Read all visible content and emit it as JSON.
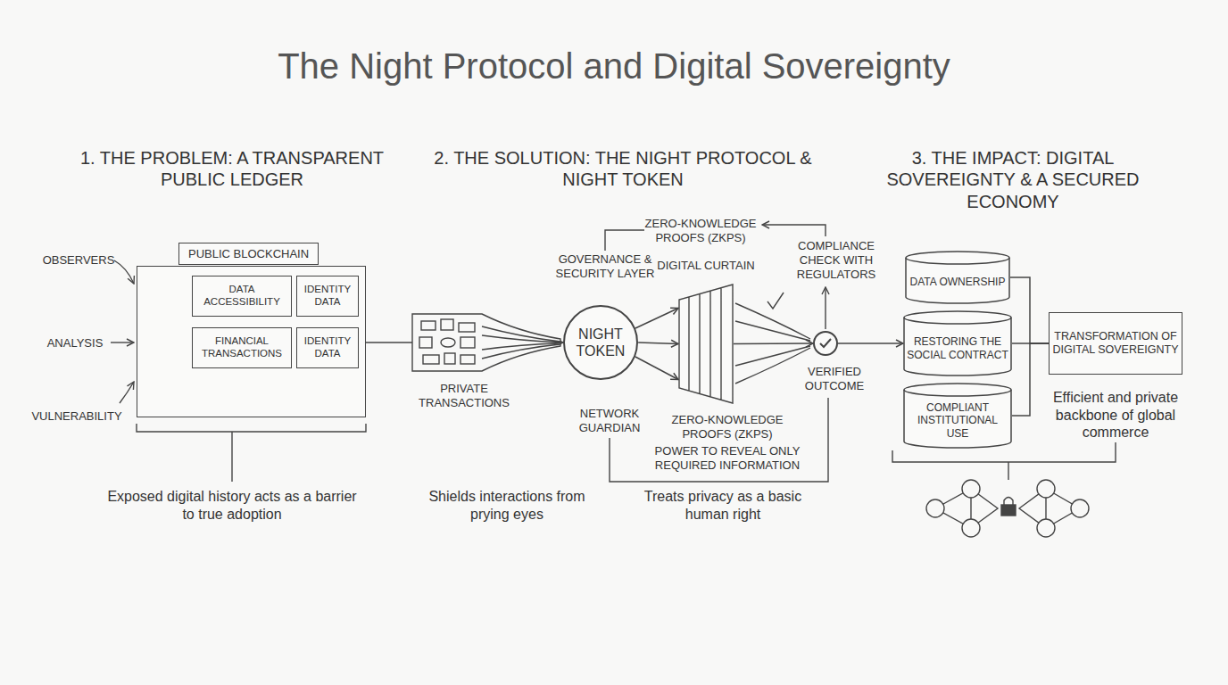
{
  "diagram": {
    "title": "The Night Protocol and Digital Sovereignty",
    "nodes": [
      {
        "text": [
          "PUBLIC BLOCKCHAIN"
        ]
      },
      {
        "text": [
          "DATA ACCESSIBILITY"
        ],
        "in": 0
      },
      {
        "text": [
          "IDENTITY DATA"
        ],
        "in": 0
      },
      {
        "text": [
          "FINANCIAL TRANSACTIONS"
        ],
        "in": 0
      },
      {
        "text": [
          "IDENTITY DATA"
        ],
        "in": 0
      },
      {
        "text": [
          "NIGHT TOKEN"
        ]
      },
      {
        "text": [
          "DIGITAL CURTAIN"
        ]
      },
      {
        "text": [
          "VERIFIED OUTCOME"
        ]
      },
      {
        "text": [
          "DATA OWNERSHIP"
        ]
      },
      {
        "text": [
          "RESTORING THE SOCIAL CONTRACT"
        ]
      },
      {
        "text": [
          "COMPLIANT INSTITUTIONAL USE"
        ]
      },
      {
        "text": [
          "TRANSFORMATION OF DIGITAL SOVEREIGNTY"
        ]
      }
    ],
    "edges": [
      {
        "from": 0,
        "to": 5,
        "arrow": "to"
      },
      {
        "from": 5,
        "to": 6,
        "arrow": "to"
      },
      {
        "from": 5,
        "to": 6,
        "arrow": "to"
      },
      {
        "from": 5,
        "to": 6,
        "arrow": "to"
      },
      {
        "from": 6,
        "to": 7,
        "arrow": "to"
      },
      {
        "from": 7,
        "to": 9,
        "arrow": "to"
      },
      {
        "from": 8,
        "to": 11,
        "arrow": "none"
      },
      {
        "from": 9,
        "to": 11,
        "arrow": "none"
      },
      {
        "from": 10,
        "to": 11,
        "arrow": "none"
      }
    ],
    "labels": [
      "1. THE PROBLEM: A TRANSPARENT PUBLIC LEDGER",
      "2. THE SOLUTION: THE NIGHT PROTOCOL & NIGHT TOKEN",
      "3. THE IMPACT: DIGITAL SOVEREIGNTY & A SECURED ECONOMY",
      "OBSERVERS",
      "ANALYSIS",
      "VULNERABILITY",
      "...",
      "...",
      "...",
      "Exposed digital history acts as a barrier to true adoption",
      "PRIVATE TRANSACTIONS",
      "GOVERNANCE & SECURITY LAYER",
      "ZERO-KNOWLEDGE PROOFS (ZKPS)",
      "COMPLIANCE CHECK WITH REGULATORS",
      "NETWORK GUARDIAN",
      "ZERO-KNOWLEDGE PROOFS (ZKPS)",
      "POWER TO REVEAL ONLY REQUIRED INFORMATION",
      "Shields interactions from prying eyes",
      "Treats privacy as a basic human right",
      "Efficient and private backbone of global commerce"
    ]
  }
}
